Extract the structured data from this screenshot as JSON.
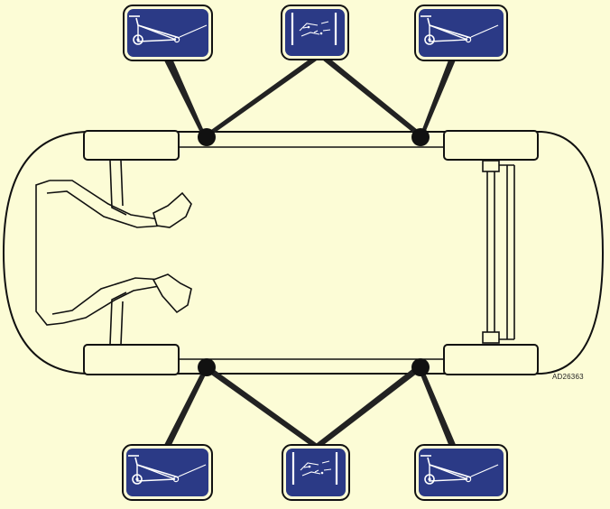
{
  "figure": {
    "reference_code": "AD26363",
    "colors": {
      "background": "#fcfcd6",
      "icon_fill": "#2b3a86",
      "outline": "#111111",
      "symbol": "#ffffff"
    },
    "icons": [
      {
        "name": "jack-icon",
        "type": "trolley-jack"
      },
      {
        "name": "lift-pad-icon",
        "type": "lift-pads"
      },
      {
        "name": "jack-icon",
        "type": "trolley-jack"
      },
      {
        "name": "jack-icon",
        "type": "trolley-jack"
      },
      {
        "name": "lift-pad-icon",
        "type": "lift-pads"
      },
      {
        "name": "jack-icon",
        "type": "trolley-jack"
      }
    ]
  }
}
